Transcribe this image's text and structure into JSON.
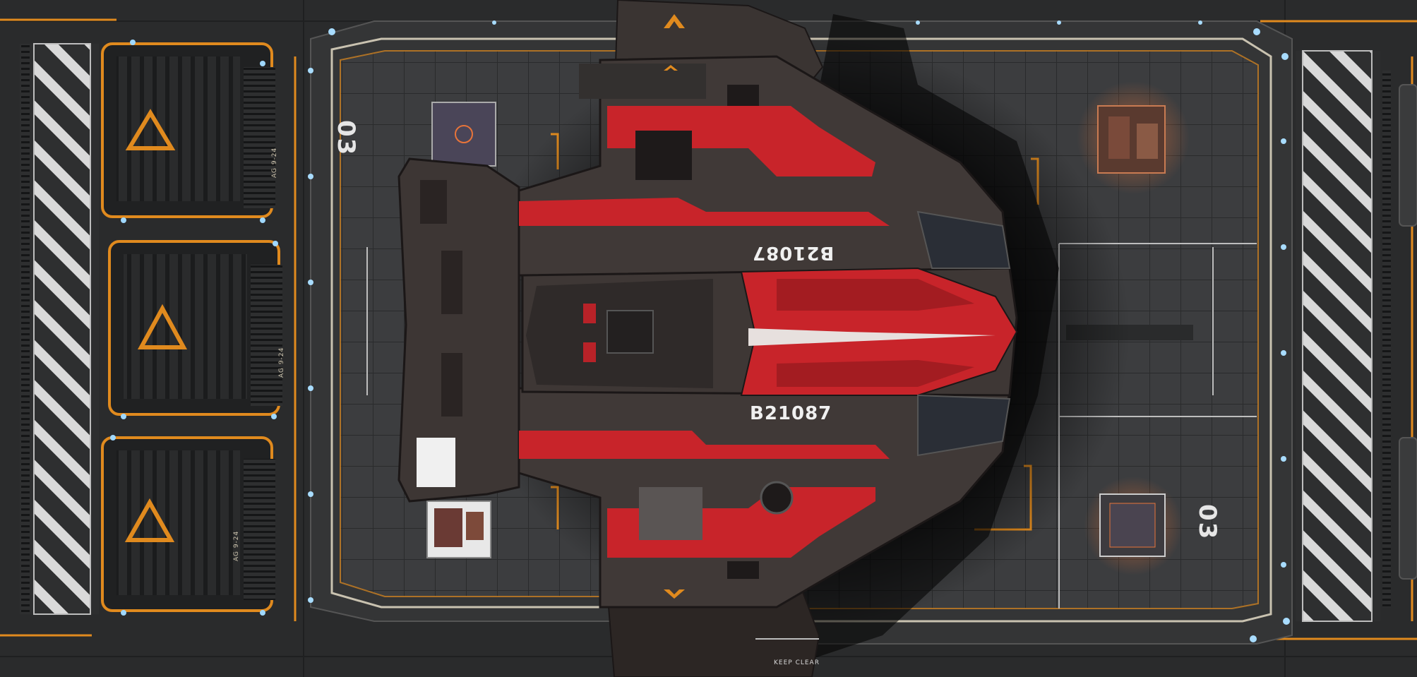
{
  "pad": {
    "number_left": "03",
    "number_right": "03",
    "keep_clear": "KEEP CLEAR"
  },
  "ship": {
    "registration_top": "B21087",
    "registration_bottom": "B21087"
  },
  "hatches": {
    "labels": [
      "AG 9-24",
      "AG 9-24",
      "AG 9-24"
    ]
  },
  "colors": {
    "floor": "#2b2c2d",
    "pad_surface": "#3a3b3c",
    "accent_orange": "#e08a1e",
    "hull_dark": "#3b3533",
    "hull_red": "#c8242a",
    "light_blue": "#8fd0ff"
  }
}
